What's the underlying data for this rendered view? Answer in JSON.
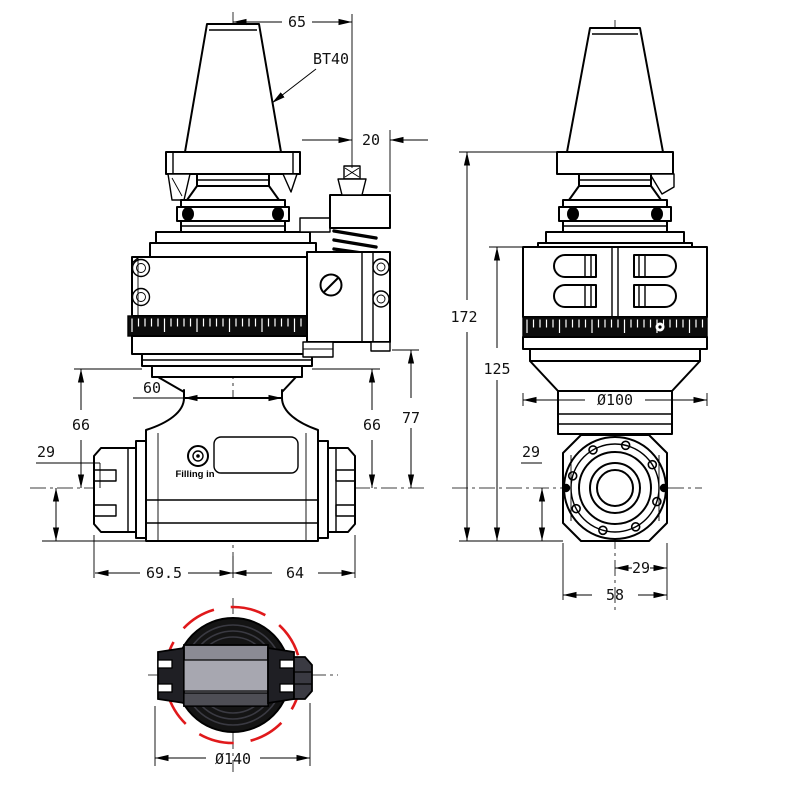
{
  "drawing": {
    "type": "engineering-drawing-angle-head",
    "views": {
      "front": {
        "labels": {
          "taper": "BT40",
          "fill_port": "Filling in"
        },
        "dims": {
          "gauge_to_flange": "65",
          "block_offset": "20",
          "neck_width": "60",
          "flange_to_axis_left": "66",
          "flange_to_axis_right": "66",
          "block_to_axis": "77",
          "axis_to_bottom": "29",
          "axis_left_length": "69.5",
          "axis_right_length": "64"
        }
      },
      "side": {
        "dims": {
          "overall_height": "172",
          "body_height": "125",
          "body_diameter": "Ø100",
          "axis_to_bottom": "29",
          "axis_to_edge": "29",
          "spindle_face_width": "58"
        }
      },
      "top": {
        "dims": {
          "swing_diameter": "Ø140"
        }
      }
    },
    "colors": {
      "line": "#000000",
      "swing_circle_red": "#e0191b",
      "housing_light": "#a7a7b0",
      "housing_mid": "#8b8b94",
      "housing_dark": "#4e4e55",
      "cap_dark": "#1f1f24",
      "body_dark": "#141414",
      "ring_gray": "#3a3a42"
    }
  }
}
